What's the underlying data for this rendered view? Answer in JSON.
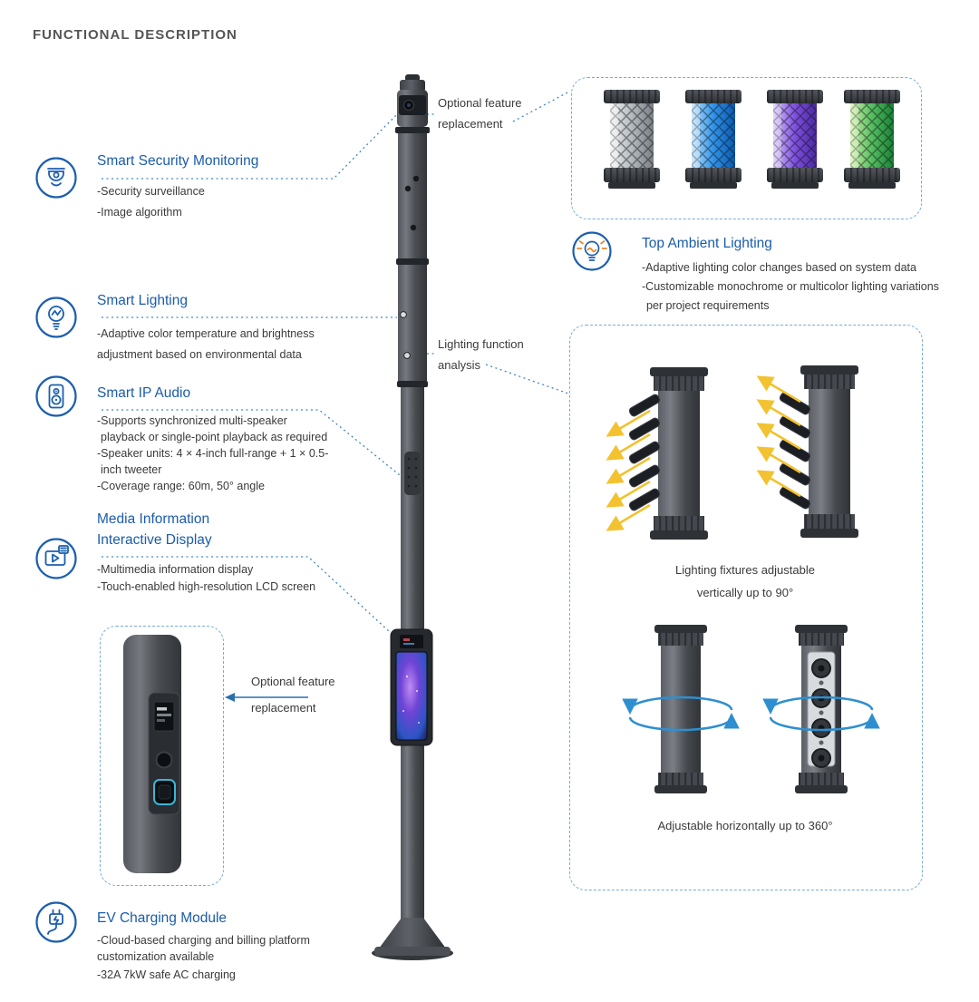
{
  "page": {
    "title": "FUNCTIONAL DESCRIPTION"
  },
  "colors": {
    "accent_blue": "#1b5cab",
    "dashed_border": "#78abd6",
    "connector_blue": "#3f87c5",
    "beam_yellow": "#f2c230",
    "rotation_blue": "#2e8fd0",
    "pole_gray": "#4a4d52"
  },
  "icons": {
    "security": "security-camera-icon",
    "lighting": "lightbulb-icon",
    "audio": "speaker-icon",
    "display": "media-display-icon",
    "ev": "ev-plug-icon",
    "ambient": "ambient-light-icon"
  },
  "features": {
    "security": {
      "title": "Smart Security Monitoring",
      "lines": [
        "-Security surveillance",
        "-Image algorithm"
      ]
    },
    "lighting": {
      "title": "Smart Lighting",
      "lines": [
        "-Adaptive color temperature and brightness",
        "adjustment based on environmental data"
      ]
    },
    "audio": {
      "title": "Smart IP Audio",
      "lines": [
        "-Supports synchronized multi-speaker",
        "playback or single-point playback as required",
        "-Speaker units: 4 × 4-inch full-range + 1 × 0.5-",
        "inch tweeter",
        "-Coverage range: 60m, 50° angle"
      ]
    },
    "display": {
      "title_lines": [
        "Media Information",
        "Interactive Display"
      ],
      "lines": [
        "-Multimedia information display",
        "-Touch-enabled high-resolution LCD screen"
      ]
    },
    "ambient": {
      "title": "Top Ambient Lighting",
      "lines": [
        "-Adaptive lighting color changes based on system data",
        "-Customizable monochrome or multicolor lighting variations",
        "per project requirements"
      ]
    },
    "ev": {
      "title": "EV Charging Module",
      "lines": [
        "-Cloud-based charging and billing platform",
        "customization available",
        "-32A 7kW safe AC charging"
      ]
    }
  },
  "annotations": {
    "optional_top": [
      "Optional feature",
      "replacement"
    ],
    "lighting_analysis": [
      "Lighting function",
      "analysis"
    ],
    "optional_bottom": [
      "Optional feature",
      "replacement"
    ]
  },
  "captions": {
    "vertical": [
      "Lighting fixtures adjustable",
      "vertically up to 90°"
    ],
    "horizontal": "Adjustable horizontally up to 360°"
  },
  "lantern_variants": [
    "white",
    "blue",
    "purple",
    "green"
  ]
}
